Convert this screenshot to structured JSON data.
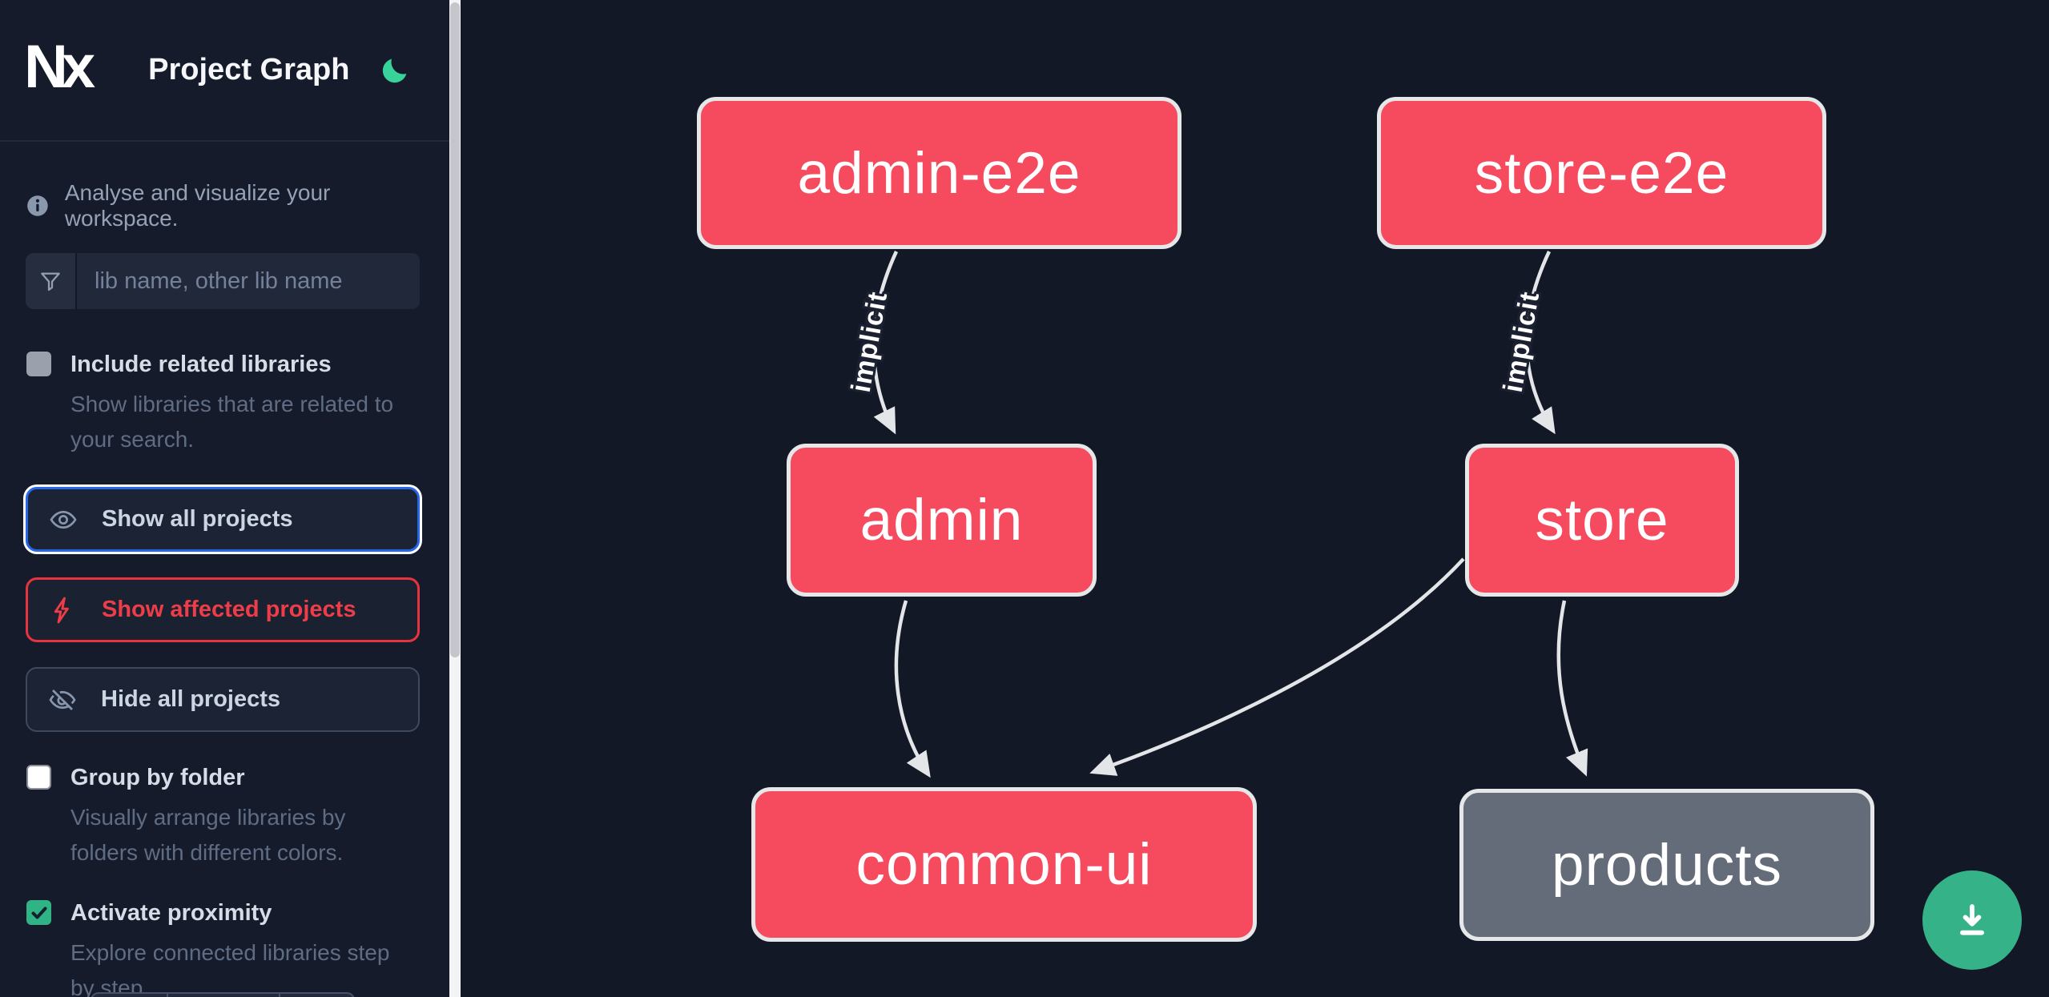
{
  "app": {
    "logo_text": "Nx",
    "title": "Project Graph"
  },
  "sidebar": {
    "tagline": "Analyse and visualize your workspace.",
    "search": {
      "placeholder": "lib name, other lib name"
    },
    "include_related": {
      "label": "Include related libraries",
      "description": "Show libraries that are related to your search.",
      "checked": false
    },
    "actions": {
      "show_all": {
        "label": "Show all projects"
      },
      "show_affected": {
        "label": "Show affected projects"
      },
      "hide_all": {
        "label": "Hide all projects"
      }
    },
    "group_by_folder": {
      "label": "Group by folder",
      "description": "Visually arrange libraries by folders with different colors.",
      "checked": false
    },
    "activate_proximity": {
      "label": "Activate proximity",
      "description": "Explore connected libraries step by step.",
      "checked": true
    }
  },
  "graph": {
    "nodes": [
      {
        "id": "admin-e2e",
        "label": "admin-e2e",
        "color": "pink"
      },
      {
        "id": "store-e2e",
        "label": "store-e2e",
        "color": "pink"
      },
      {
        "id": "admin",
        "label": "admin",
        "color": "pink"
      },
      {
        "id": "store",
        "label": "store",
        "color": "pink"
      },
      {
        "id": "common-ui",
        "label": "common-ui",
        "color": "pink"
      },
      {
        "id": "products",
        "label": "products",
        "color": "gray"
      }
    ],
    "edges": [
      {
        "from": "admin-e2e",
        "to": "admin",
        "label": "implicit"
      },
      {
        "from": "store-e2e",
        "to": "store",
        "label": "implicit"
      },
      {
        "from": "admin",
        "to": "common-ui",
        "label": ""
      },
      {
        "from": "store",
        "to": "common-ui",
        "label": ""
      },
      {
        "from": "store",
        "to": "products",
        "label": ""
      }
    ]
  },
  "colors": {
    "node_pink": "#f64a5f",
    "node_gray": "#646c79",
    "node_border": "#e6e7e9",
    "edge": "#e3e5e8",
    "fab_green": "#35b287",
    "moon_green": "#37d39a",
    "checkbox_green": "#30b486",
    "focus_blue": "#2667e8",
    "affected_red": "#ee3d49",
    "sidebar_bg": "#161b2b",
    "canvas_bg": "#121826"
  }
}
